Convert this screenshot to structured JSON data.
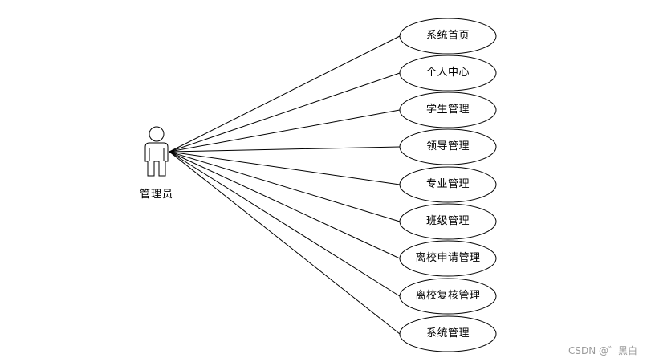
{
  "actor": {
    "name": "管理员",
    "icon": "stick-figure-icon"
  },
  "use_cases": [
    {
      "label": "系统首页"
    },
    {
      "label": "个人中心"
    },
    {
      "label": "学生管理"
    },
    {
      "label": "领导管理"
    },
    {
      "label": "专业管理"
    },
    {
      "label": "班级管理"
    },
    {
      "label": "离校申请管理"
    },
    {
      "label": "离校复核管理"
    },
    {
      "label": "系统管理"
    }
  ],
  "watermark": "CSDN @゛黑白",
  "colors": {
    "stroke": "#000000",
    "background": "#ffffff",
    "watermark": "#9a9a9a"
  }
}
